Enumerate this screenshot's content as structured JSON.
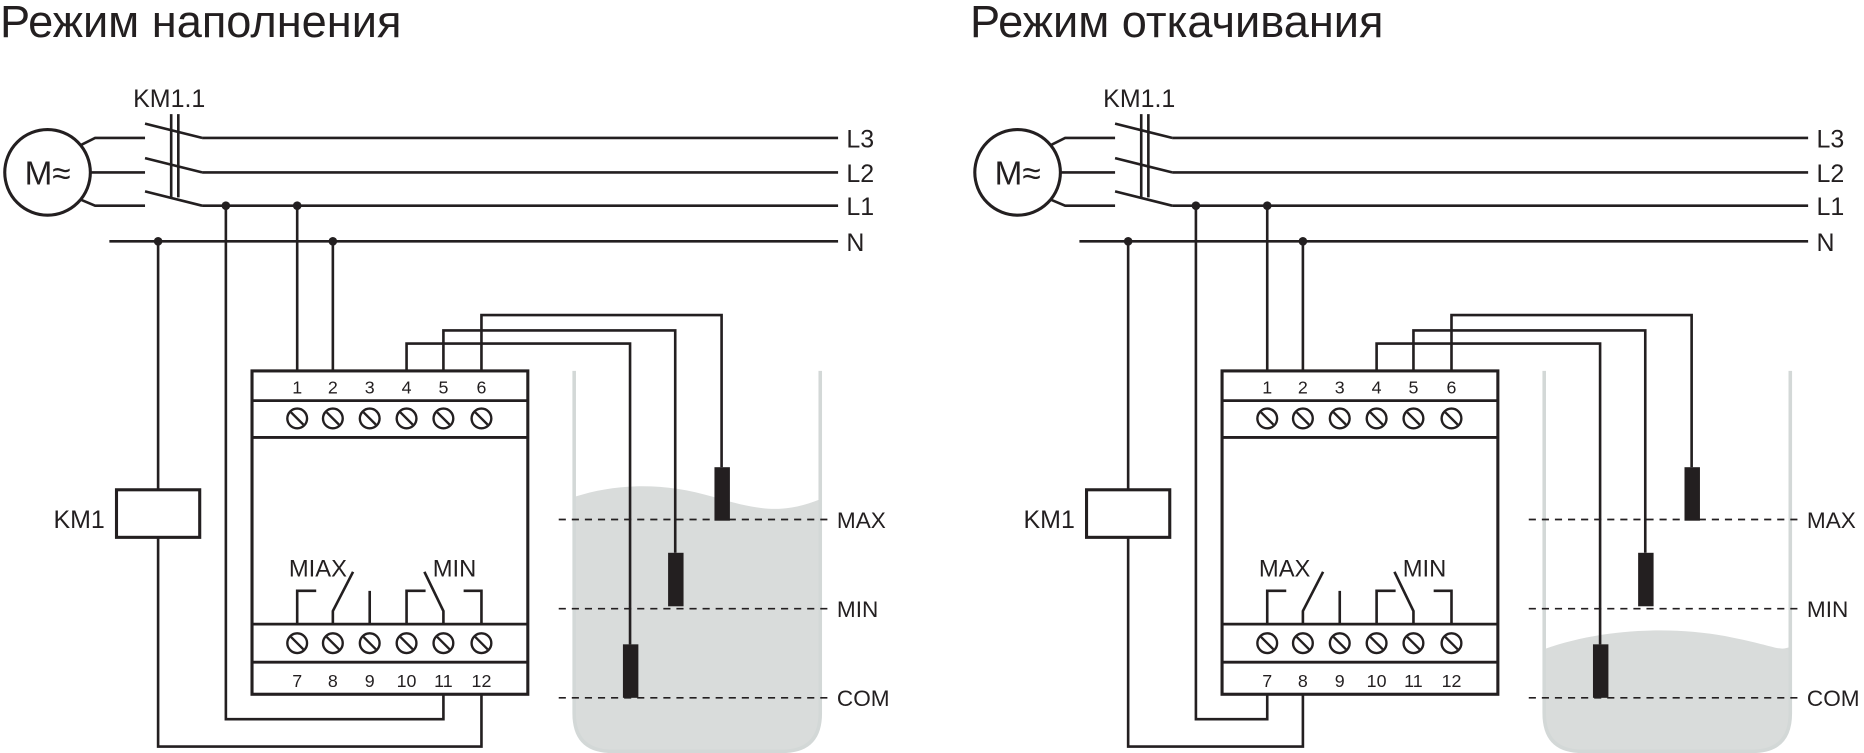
{
  "diagrams": [
    {
      "title": "Режим наполнения",
      "motor": "M≈",
      "contactor": "KM1.1",
      "coil": "KM1",
      "lines": [
        "L3",
        "L2",
        "L1",
        "N"
      ],
      "terminals_top": [
        "1",
        "2",
        "3",
        "4",
        "5",
        "6"
      ],
      "terminals_bottom": [
        "7",
        "8",
        "9",
        "10",
        "11",
        "12"
      ],
      "contacts": [
        "MIAX",
        "MIN"
      ],
      "levels": [
        "MAX",
        "MIN",
        "COM"
      ]
    },
    {
      "title": "Режим откачивания",
      "motor": "M≈",
      "contactor": "KM1.1",
      "coil": "KM1",
      "lines": [
        "L3",
        "L2",
        "L1",
        "N"
      ],
      "terminals_top": [
        "1",
        "2",
        "3",
        "4",
        "5",
        "6"
      ],
      "terminals_bottom": [
        "7",
        "8",
        "9",
        "10",
        "11",
        "12"
      ],
      "contacts": [
        "MAX",
        "MIN"
      ],
      "levels": [
        "MAX",
        "MIN",
        "COM"
      ]
    }
  ],
  "colors": {
    "line": "#231f20",
    "water": "#d9dcdb",
    "tank": "#d3d8d7",
    "background": "#ffffff"
  }
}
